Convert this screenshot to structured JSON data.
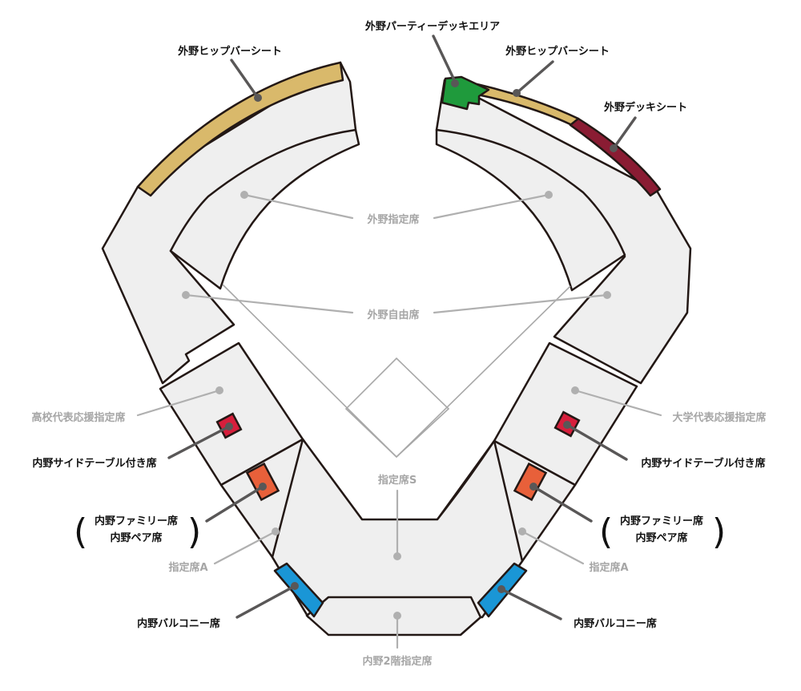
{
  "labels": {
    "outfield_party_deck": "外野パーティーデッキエリア",
    "outfield_hip_bar_left": "外野ヒップバーシート",
    "outfield_hip_bar_right": "外野ヒップバーシート",
    "outfield_deck_seat": "外野デッキシート",
    "outfield_reserved": "外野指定席",
    "outfield_free": "外野自由席",
    "hs_cheer_reserved": "高校代表応援指定席",
    "univ_cheer_reserved": "大学代表応援指定席",
    "infield_side_table_left": "内野サイドテーブル付き席",
    "infield_side_table_right": "内野サイドテーブル付き席",
    "infield_family_left": "内野ファミリー席",
    "infield_pair_left": "内野ペア席",
    "infield_family_right": "内野ファミリー席",
    "infield_pair_right": "内野ペア席",
    "reserved_a_left": "指定席A",
    "reserved_a_right": "指定席A",
    "reserved_s": "指定席S",
    "infield_balcony_left": "内野バルコニー席",
    "infield_balcony_right": "内野バルコニー席",
    "infield_2f_reserved": "内野2階指定席"
  },
  "colors": {
    "section_fill": "#efefef",
    "outline": "#231815",
    "hip_bar": "#d9b96b",
    "deck_seat": "#8a1c33",
    "party_deck": "#1f9a3c",
    "side_table": "#d71f3c",
    "family_pair": "#e8603a",
    "balcony": "#1a96d6",
    "premium_label": "#111111",
    "general_label": "#a6a6a6"
  }
}
